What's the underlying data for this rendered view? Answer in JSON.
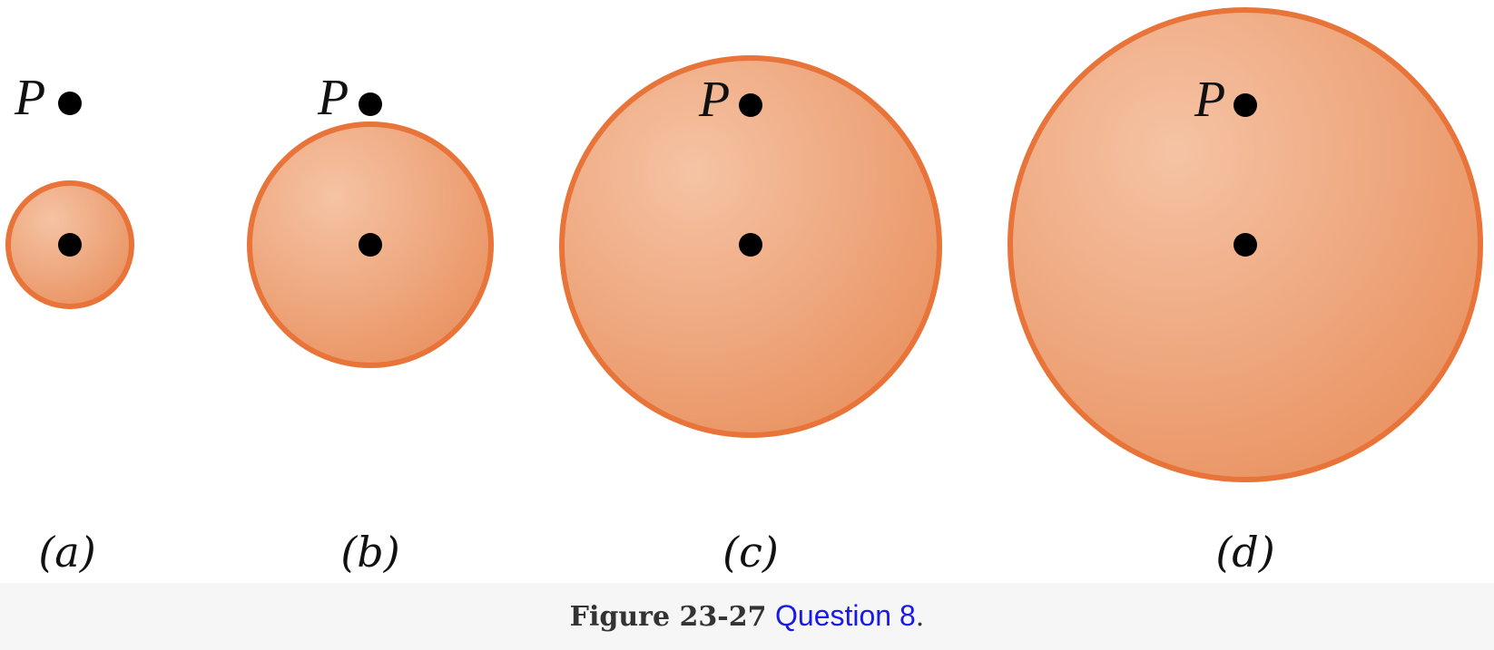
{
  "figure": {
    "point_label": "P",
    "parts": [
      {
        "label": "(a)"
      },
      {
        "label": "(b)"
      },
      {
        "label": "(c)"
      },
      {
        "label": "(d)"
      }
    ],
    "colors": {
      "sphere_fill_light": "#f5c3a4",
      "sphere_fill_dark": "#ea9565",
      "sphere_stroke": "#e8743a",
      "dot": "#000000"
    }
  },
  "caption": {
    "number": "Figure 23-27",
    "link_text": "Question 8",
    "end": "."
  }
}
